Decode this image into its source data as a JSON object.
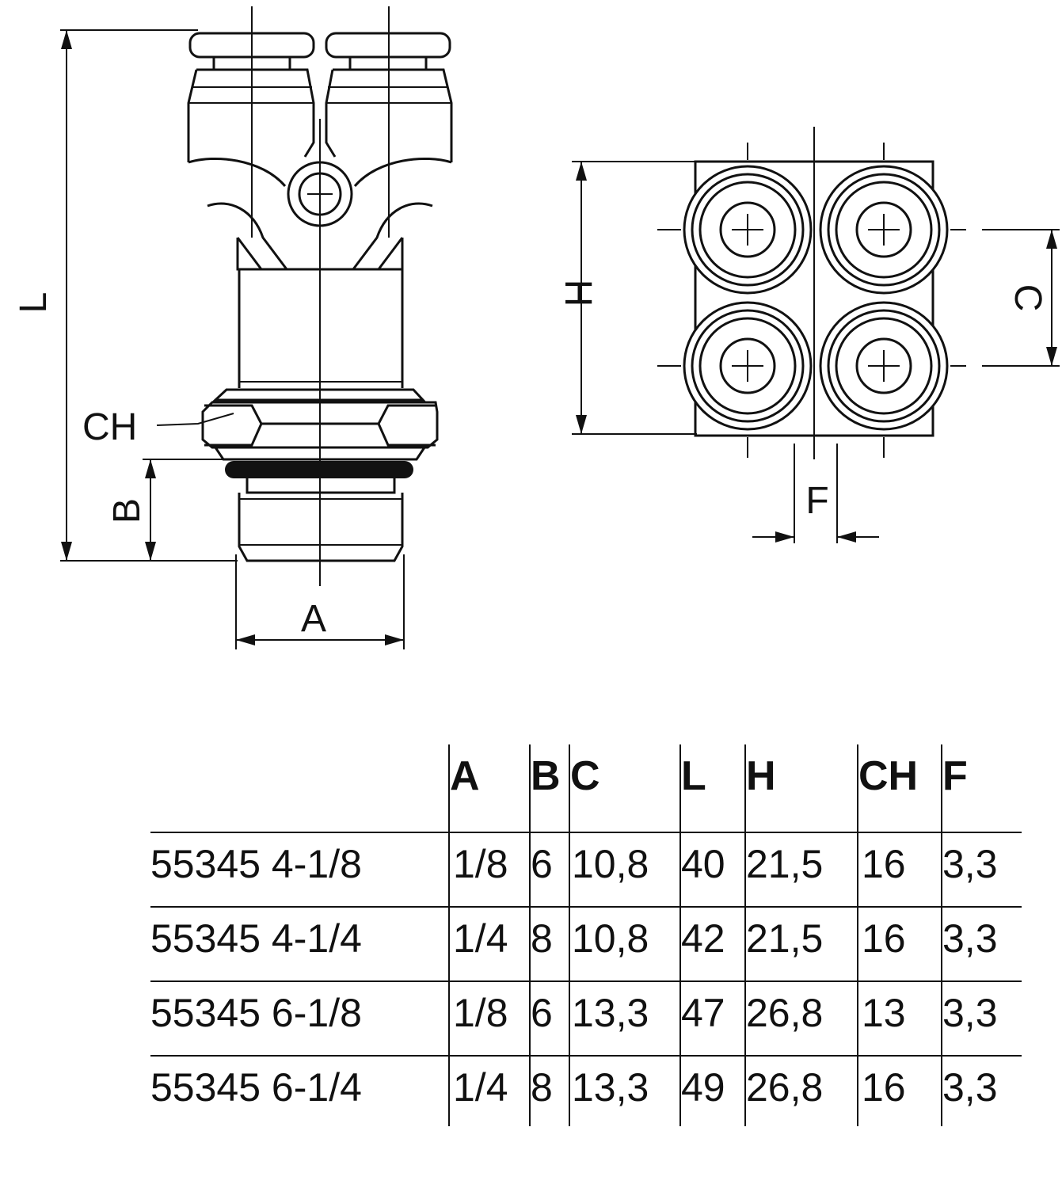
{
  "labels": {
    "L": "L",
    "CH": "CH",
    "B": "B",
    "A": "A",
    "H": "H",
    "C": "C",
    "F": "F"
  },
  "table": {
    "headers": [
      "A",
      "B",
      "C",
      "L",
      "H",
      "CH",
      "F"
    ],
    "rows": [
      {
        "code": "55345 4-1/8",
        "values": [
          "1/8",
          "6",
          "10,8",
          "40",
          "21,5",
          "16",
          "3,3"
        ]
      },
      {
        "code": "55345 4-1/4",
        "values": [
          "1/4",
          "8",
          "10,8",
          "42",
          "21,5",
          "16",
          "3,3"
        ]
      },
      {
        "code": "55345 6-1/8",
        "values": [
          "1/8",
          "6",
          "13,3",
          "47",
          "26,8",
          "13",
          "3,3"
        ]
      },
      {
        "code": "55345 6-1/4",
        "values": [
          "1/4",
          "8",
          "13,3",
          "49",
          "26,8",
          "16",
          "3,3"
        ]
      }
    ]
  }
}
